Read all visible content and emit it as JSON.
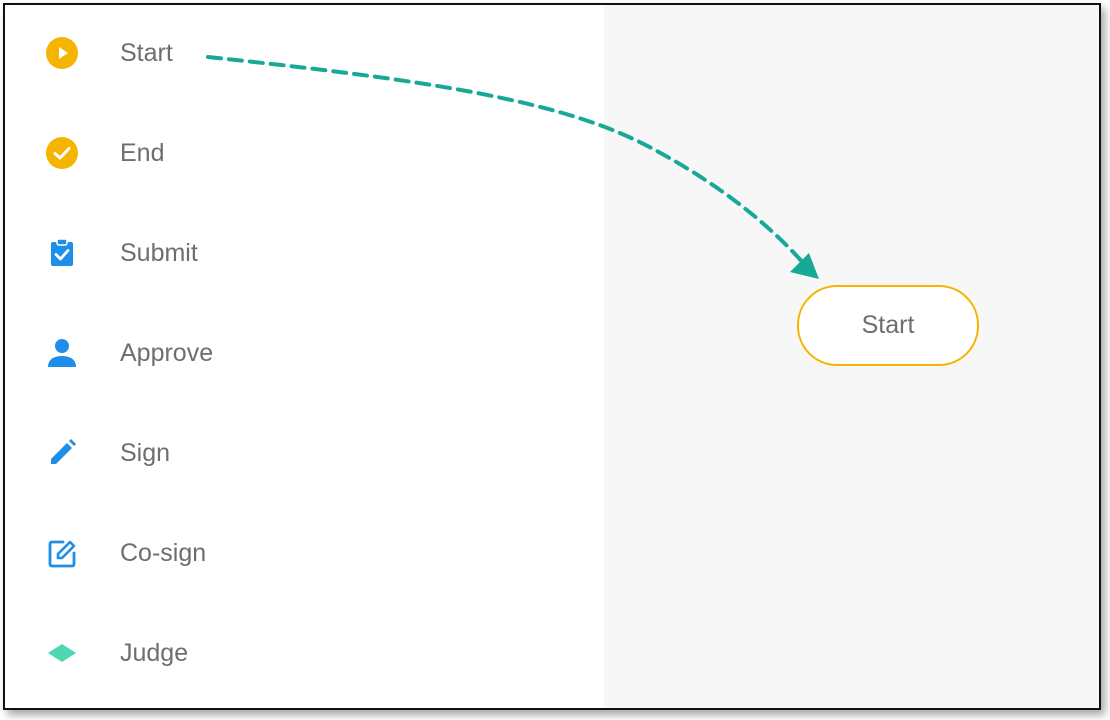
{
  "palette": {
    "items": [
      {
        "label": "Start",
        "icon": "play-circle-icon",
        "color": "#f5b400"
      },
      {
        "label": "End",
        "icon": "check-circle-icon",
        "color": "#f5b400"
      },
      {
        "label": "Submit",
        "icon": "clipboard-check-icon",
        "color": "#1e8ee8"
      },
      {
        "label": "Approve",
        "icon": "person-icon",
        "color": "#1e8ee8"
      },
      {
        "label": "Sign",
        "icon": "pencil-icon",
        "color": "#1e8ee8"
      },
      {
        "label": "Co-sign",
        "icon": "edit-square-icon",
        "color": "#1e8ee8"
      },
      {
        "label": "Judge",
        "icon": "diamond-icon",
        "color": "#4fd6b3"
      }
    ]
  },
  "canvas": {
    "start_node": {
      "label": "Start",
      "border_color": "#f5b400"
    },
    "drag_arrow_color": "#18a898"
  }
}
